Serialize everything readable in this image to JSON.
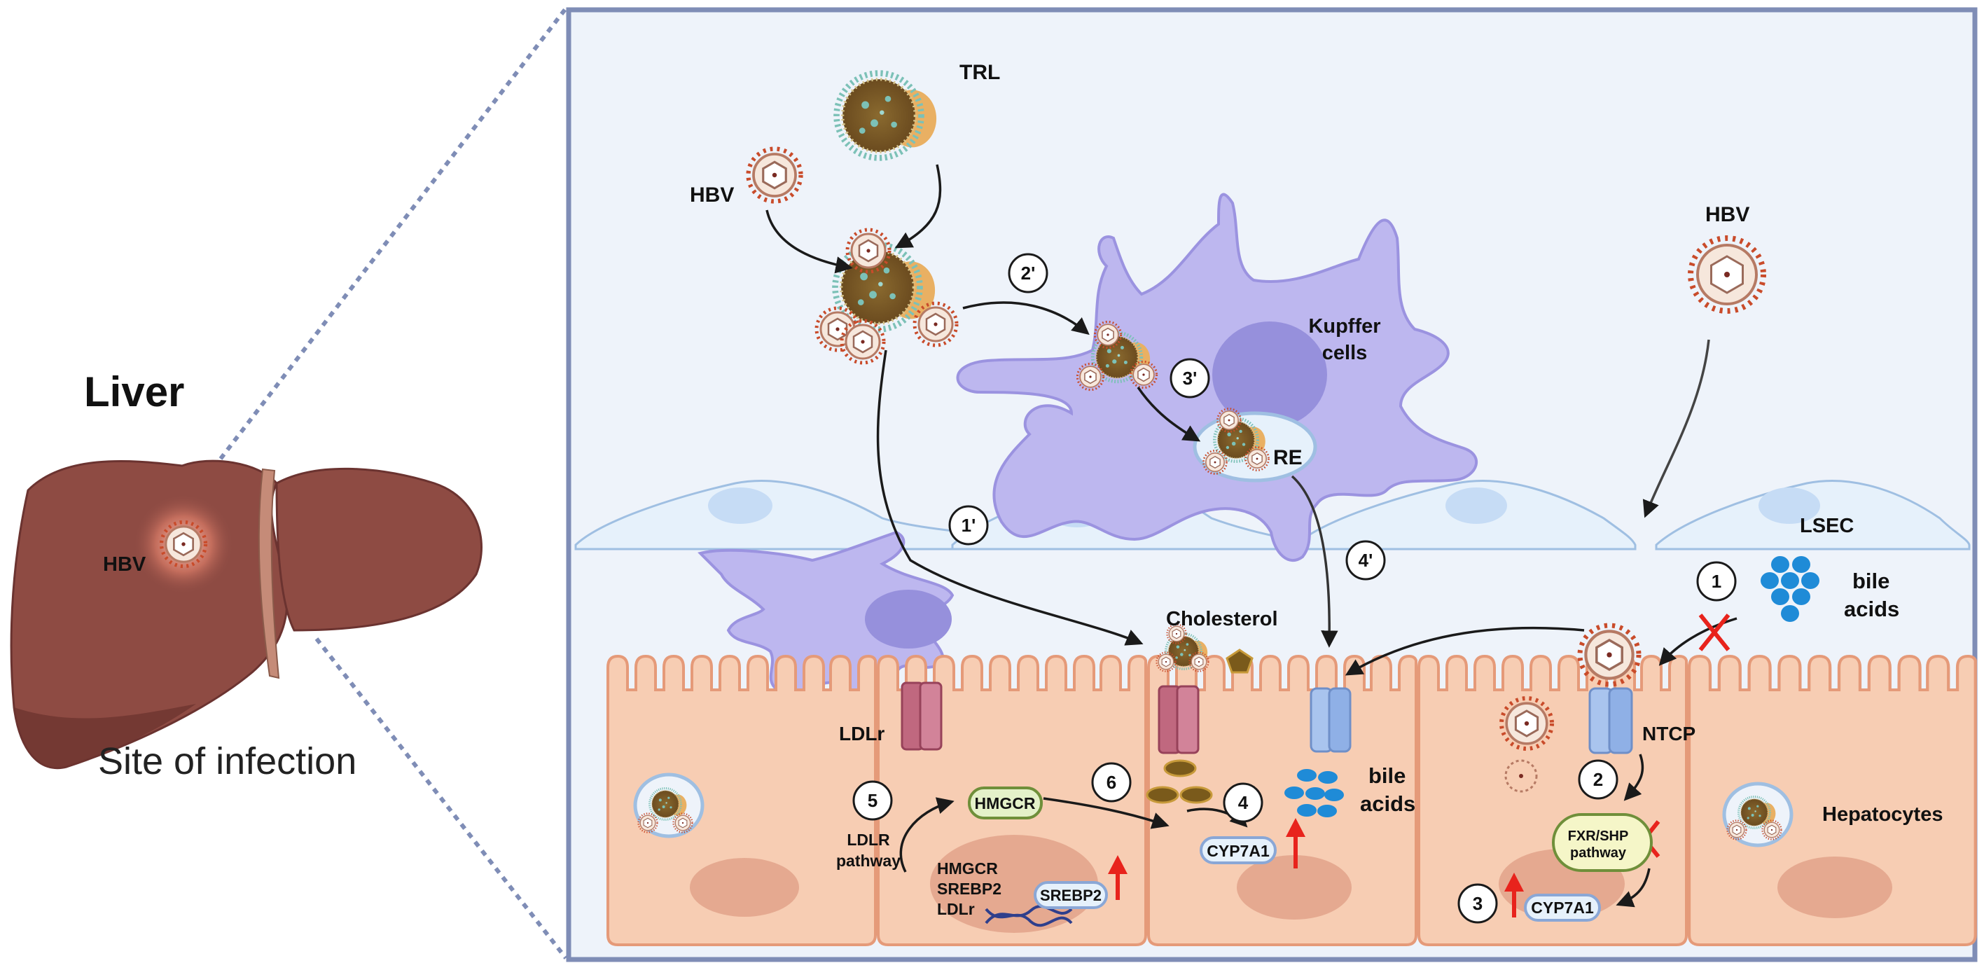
{
  "liver": {
    "title": "Liver",
    "virus_label": "HBV",
    "caption": "Site of infection"
  },
  "virus_labels": {
    "top": "HBV",
    "right": "HBV"
  },
  "particles": {
    "trl": "TRL",
    "re": "RE",
    "kupffer": [
      "Kupffer",
      "cells"
    ],
    "lsec": "LSEC"
  },
  "steps": [
    "1",
    "2",
    "3",
    "4",
    "5",
    "6",
    "1'",
    "2'",
    "3'",
    "4'"
  ],
  "molecules": {
    "cholesterol": "Cholesterol",
    "bile_acids": [
      "bile",
      "acids"
    ],
    "ldlr": "LDLr",
    "ntcp": "NTCP",
    "hmgcr": "HMGCR",
    "cyp7a1": "CYP7A1",
    "fxr_shp": [
      "FXR/SHP",
      "pathway"
    ],
    "ldlr_pathway": [
      "LDLR",
      "pathway"
    ],
    "genes": [
      "HMGCR",
      "SREBP2",
      "LDLr"
    ],
    "srebp2": "SREBP2",
    "hepatocytes": "Hepatocytes"
  },
  "colors": {
    "frame": "#7f8db6",
    "panel_bg": "#eef3fa",
    "kupffer": "#bdb7ef",
    "hepatocyte": "#f7cdb3",
    "liver": "#8e4b43",
    "arrow_up": "#e8231c",
    "ntcp": "#98b6e6",
    "ldlr_channel": "#c0687f"
  }
}
